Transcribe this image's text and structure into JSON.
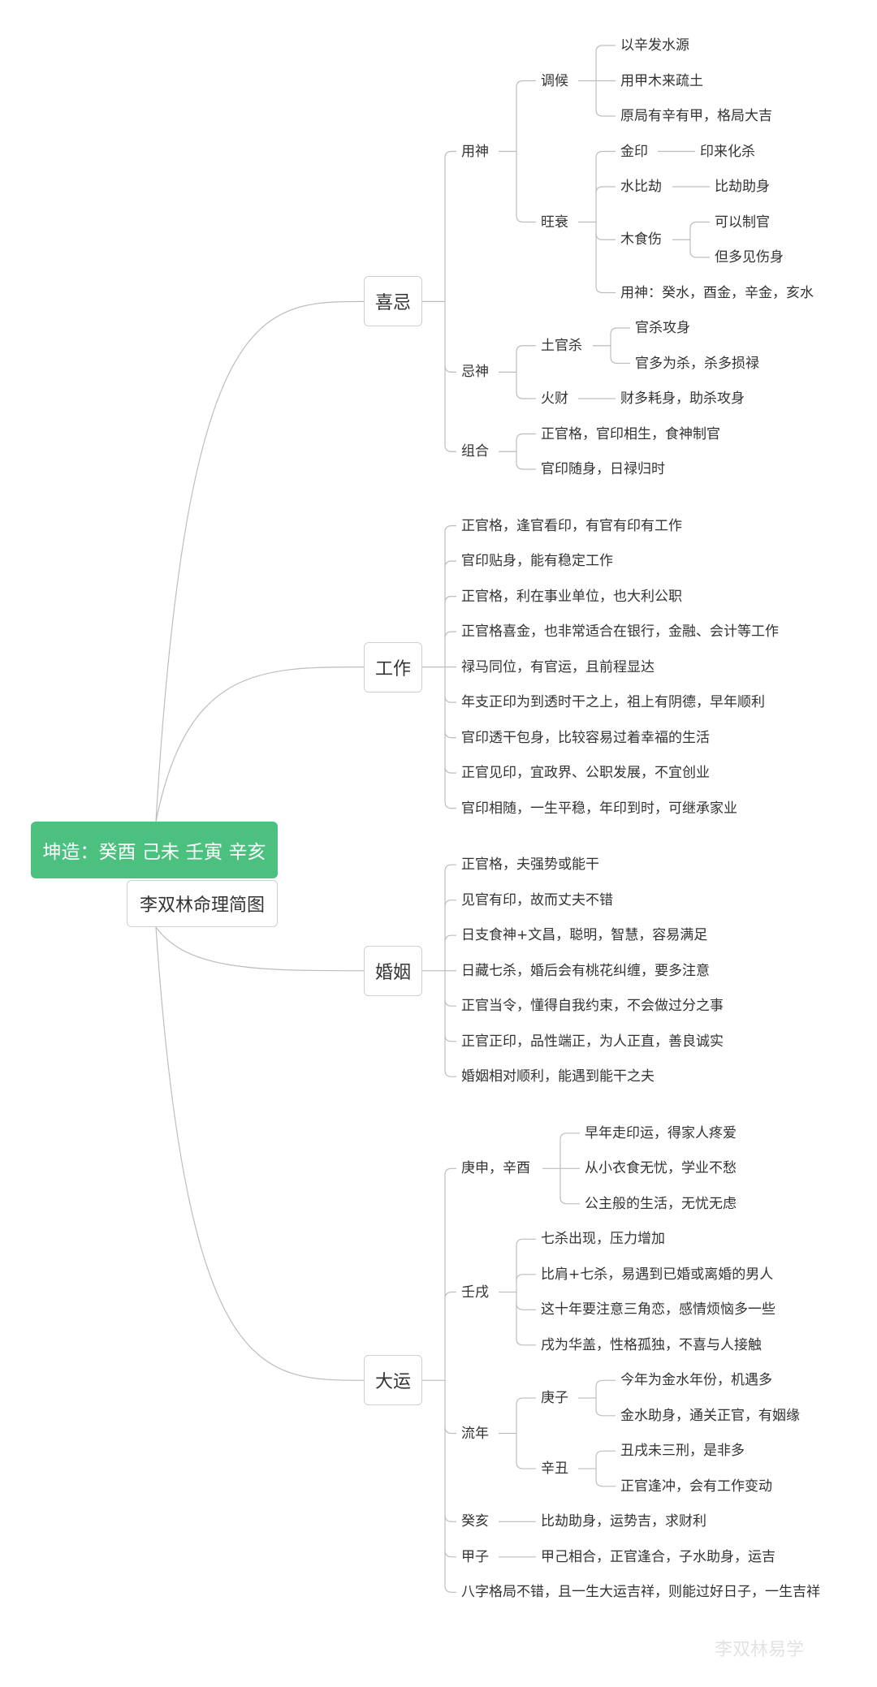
{
  "watermark": "李双林易学",
  "root": {
    "label": "坤造：癸酉 己未 壬寅 辛亥",
    "subtitle": "李双林命理简图"
  },
  "branches": [
    {
      "label": "喜忌",
      "children": [
        {
          "label": "用神",
          "children": [
            {
              "label": "调候",
              "children": [
                {
                  "label": "以辛发水源"
                },
                {
                  "label": "用甲木来疏土"
                },
                {
                  "label": "原局有辛有甲，格局大吉"
                }
              ]
            },
            {
              "label": "旺衰",
              "children": [
                {
                  "label": "金印",
                  "children": [
                    {
                      "label": "印来化杀"
                    }
                  ]
                },
                {
                  "label": "水比劫",
                  "children": [
                    {
                      "label": "比劫助身"
                    }
                  ]
                },
                {
                  "label": "木食伤",
                  "children": [
                    {
                      "label": "可以制官"
                    },
                    {
                      "label": "但多见伤身"
                    }
                  ]
                },
                {
                  "label": "用神：癸水，酉金，辛金，亥水"
                }
              ]
            }
          ]
        },
        {
          "label": "忌神",
          "children": [
            {
              "label": "土官杀",
              "children": [
                {
                  "label": "官杀攻身"
                },
                {
                  "label": "官多为杀，杀多损禄"
                }
              ]
            },
            {
              "label": "火财",
              "children": [
                {
                  "label": "财多耗身，助杀攻身"
                }
              ]
            }
          ]
        },
        {
          "label": "组合",
          "children": [
            {
              "label": "正官格，官印相生，食神制官"
            },
            {
              "label": "官印随身，日禄归时"
            }
          ]
        }
      ]
    },
    {
      "label": "工作",
      "children": [
        {
          "label": "正官格，逢官看印，有官有印有工作"
        },
        {
          "label": "官印贴身，能有稳定工作"
        },
        {
          "label": "正官格，利在事业单位，也大利公职"
        },
        {
          "label": "正官格喜金，也非常适合在银行，金融、会计等工作"
        },
        {
          "label": "禄马同位，有官运，且前程显达"
        },
        {
          "label": "年支正印为到透时干之上，祖上有阴德，早年顺利"
        },
        {
          "label": "官印透干包身，比较容易过着幸福的生活"
        },
        {
          "label": "正官见印，宜政界、公职发展，不宜创业"
        },
        {
          "label": "官印相随，一生平稳，年印到时，可继承家业"
        }
      ]
    },
    {
      "label": "婚姻",
      "children": [
        {
          "label": "正官格，夫强势或能干"
        },
        {
          "label": "见官有印，故而丈夫不错"
        },
        {
          "label": "日支食神+文昌，聪明，智慧，容易满足"
        },
        {
          "label": "日藏七杀，婚后会有桃花纠缠，要多注意"
        },
        {
          "label": "正官当令，懂得自我约束，不会做过分之事"
        },
        {
          "label": "正官正印，品性端正，为人正直，善良诚实"
        },
        {
          "label": "婚姻相对顺利，能遇到能干之夫"
        }
      ]
    },
    {
      "label": "大运",
      "children": [
        {
          "label": "庚申，辛酉",
          "children": [
            {
              "label": "早年走印运，得家人疼爱"
            },
            {
              "label": "从小衣食无忧，学业不愁"
            },
            {
              "label": "公主般的生活，无忧无虑"
            }
          ]
        },
        {
          "label": "壬戌",
          "children": [
            {
              "label": "七杀出现，压力增加"
            },
            {
              "label": "比肩+七杀，易遇到已婚或离婚的男人"
            },
            {
              "label": "这十年要注意三角恋，感情烦恼多一些"
            },
            {
              "label": "戌为华盖，性格孤独，不喜与人接触"
            }
          ]
        },
        {
          "label": "流年",
          "children": [
            {
              "label": "庚子",
              "children": [
                {
                  "label": "今年为金水年份，机遇多"
                },
                {
                  "label": "金水助身，通关正官，有姻缘"
                }
              ]
            },
            {
              "label": "辛丑",
              "children": [
                {
                  "label": "丑戌未三刑，是非多"
                },
                {
                  "label": "正官逢冲，会有工作变动"
                }
              ]
            }
          ]
        },
        {
          "label": "癸亥",
          "children": [
            {
              "label": "比劫助身，运势吉，求财利"
            }
          ]
        },
        {
          "label": "甲子",
          "children": [
            {
              "label": "甲己相合，正官逢合，子水助身，运吉"
            }
          ]
        },
        {
          "label": "八字格局不错，且一生大运吉祥，则能过好日子，一生吉祥"
        }
      ]
    }
  ]
}
